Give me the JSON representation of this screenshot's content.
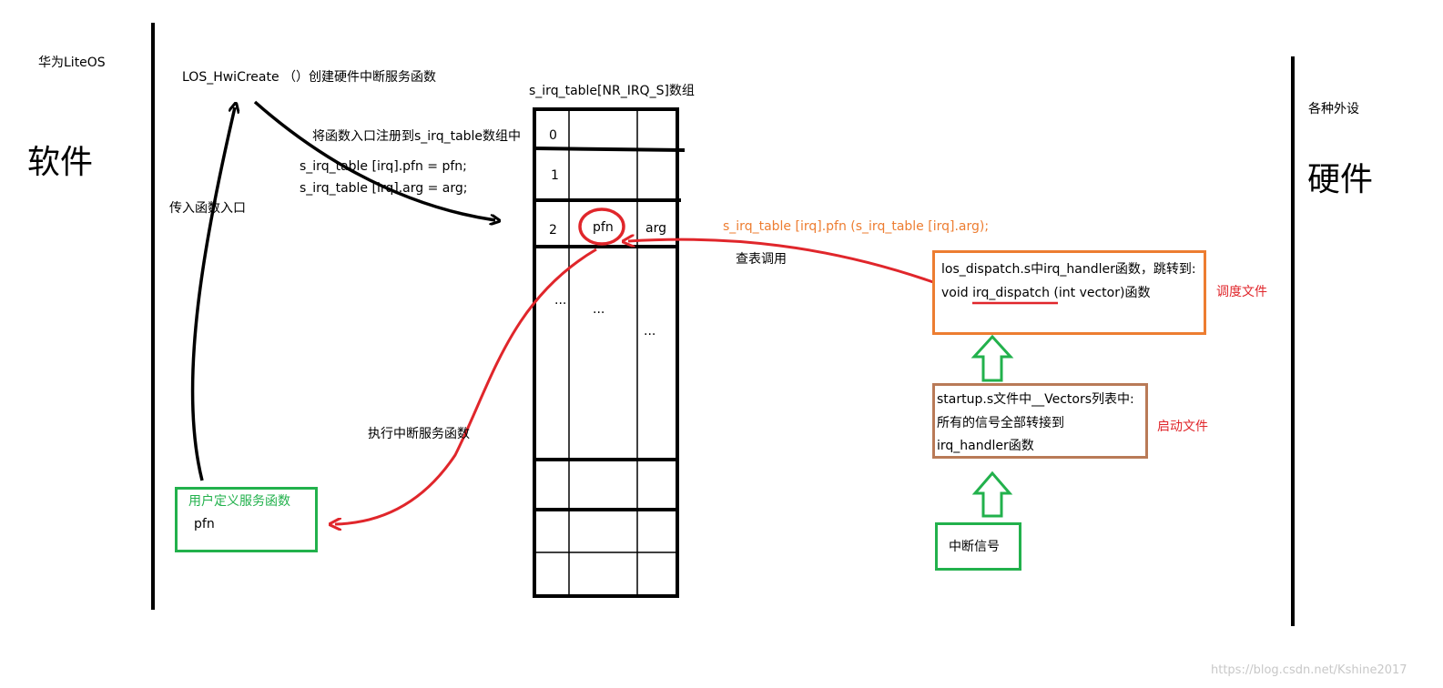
{
  "labels": {
    "liteos": "华为LiteOS",
    "software": "软件",
    "hardware": "硬件",
    "peripherals": "各种外设",
    "hwi_create": "LOS_HwiCreate （）创建硬件中断服务函数",
    "pass_entry": "传入函数入口",
    "register": "将函数入口注册到s_irq_table数组中",
    "code_pfn": "s_irq_table [irq].pfn = pfn;",
    "code_arg": "s_irq_table [irq].arg = arg;",
    "table_title": "s_irq_table[NR_IRQ_S]数组",
    "call_expr": "s_irq_table [irq].pfn (s_irq_table [irq].arg);",
    "lookup_call": "查表调用",
    "exec_isr": "执行中断服务函数",
    "watermark": "https://blog.csdn.net/Kshine2017"
  },
  "table": {
    "rows": [
      {
        "index": "0",
        "col2": "",
        "col3": ""
      },
      {
        "index": "1",
        "col2": "",
        "col3": ""
      },
      {
        "index": "2",
        "col2": "pfn",
        "col3": "arg"
      },
      {
        "index": "...",
        "col2": "...",
        "col3": "..."
      }
    ]
  },
  "user_box": {
    "title": "用户定义服务函数",
    "name": "pfn"
  },
  "dispatch_box": {
    "line1": "los_dispatch.s中irq_handler函数，跳转到:",
    "line2_prefix": "void ",
    "line2_func": "irq_dispatch",
    "line2_suffix": " (int vector)函数",
    "side_label": "调度文件"
  },
  "startup_box": {
    "line1": "startup.s文件中__Vectors列表中:",
    "line2": "所有的信号全部转接到",
    "line3": "irq_handler函数",
    "side_label": "启动文件"
  },
  "signal_box": {
    "label": "中断信号"
  },
  "colors": {
    "orange": "#ed7d31",
    "brown": "#b97a57",
    "green": "#22b14c",
    "red": "#e0262b",
    "black": "#000000"
  }
}
